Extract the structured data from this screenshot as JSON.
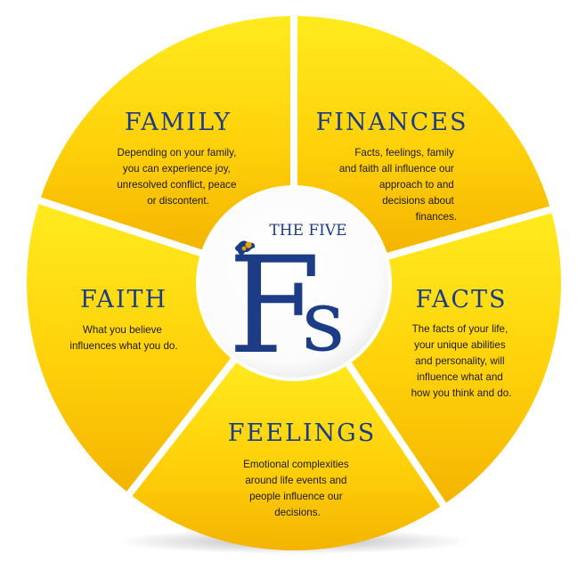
{
  "center": {
    "line1": "THE FIVE",
    "big_f": "F",
    "big_s": "s"
  },
  "segments": [
    {
      "title": "FAMILY",
      "body": [
        "Depending on your family,",
        "you can experience joy,",
        "unresolved conflict, peace",
        "or discontent."
      ]
    },
    {
      "title": "FINANCES",
      "body": [
        "Facts, feelings, family",
        "and faith all influence our",
        "approach to and",
        "decisions about",
        "finances."
      ]
    },
    {
      "title": "FACTS",
      "body": [
        "The facts of your life,",
        "your unique abilities",
        "and personality, will",
        "influence what and",
        "how you think and do."
      ]
    },
    {
      "title": "FEELINGS",
      "body": [
        "Emotional complexities",
        "around life events and",
        "people influence our",
        "decisions."
      ]
    },
    {
      "title": "FAITH",
      "body": [
        "What you believe",
        "influences what you do."
      ]
    }
  ],
  "colors": {
    "segment_light": "#ffe81a",
    "segment_dark": "#f5b800",
    "title_blue": "#1c3d86",
    "holly_gold": "#e5a300"
  }
}
